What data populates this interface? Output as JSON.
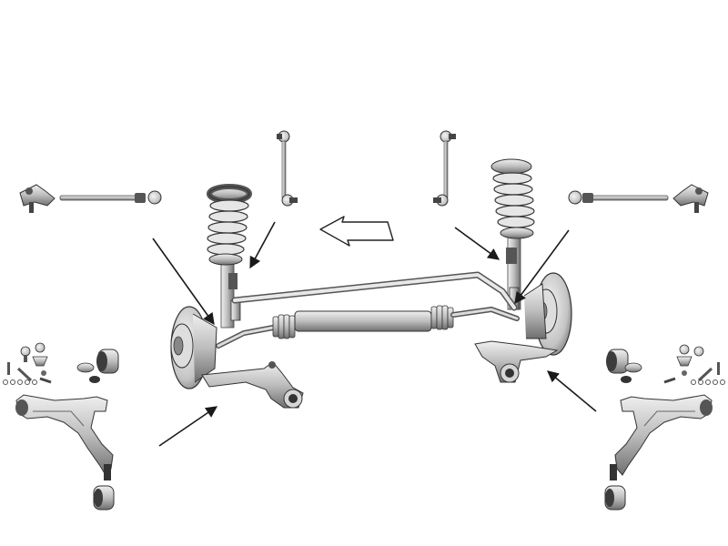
{
  "diagram": {
    "background": "#ffffff",
    "part_fill": "#d9d9d9",
    "part_shade": "#9a9a9a",
    "part_dark": "#3a3a3a",
    "arrow_color": "#1a1a1a",
    "direction_arrow": "outline-arrow-forward",
    "parts": [
      "tie-rod-end",
      "inner-tie-rod",
      "stabilizer-link",
      "coil-spring-strut",
      "wheel-hub",
      "steering-rack",
      "stabilizer-bar",
      "control-arm",
      "control-arm-bushing",
      "ball-joint"
    ]
  }
}
